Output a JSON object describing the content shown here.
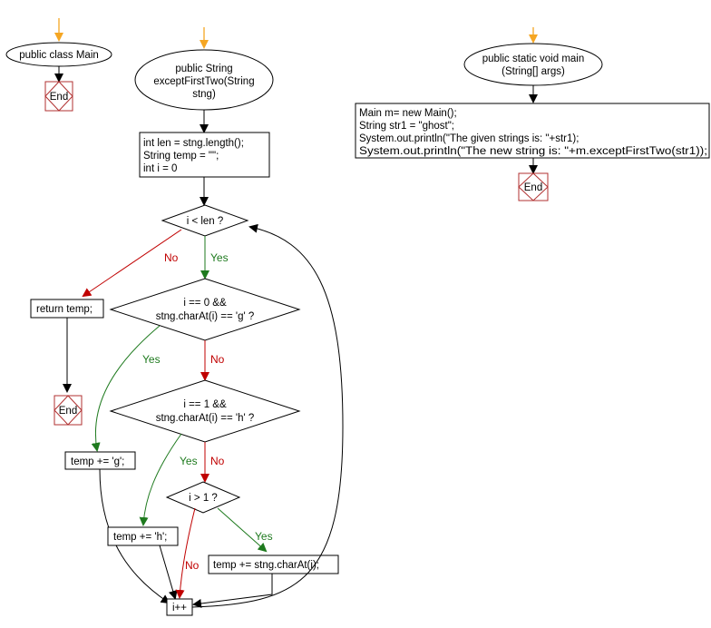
{
  "class_main": {
    "title": "public class Main",
    "end": "End"
  },
  "except_first_two": {
    "signature": [
      "public String",
      "exceptFirstTwo(String",
      "stng)"
    ],
    "init": [
      "int len = stng.length();",
      "String temp = \"\";",
      "int i = 0"
    ],
    "loop_condition": "i < len ?",
    "return": "return temp;",
    "end": "End",
    "cond_g": [
      "i == 0 &&",
      "stng.charAt(i) == 'g' ?"
    ],
    "append_g": "temp += 'g';",
    "cond_h": [
      "i == 1 &&",
      "stng.charAt(i) == 'h' ?"
    ],
    "append_h": "temp += 'h';",
    "cond_gt1": "i > 1 ?",
    "append_char": "temp += stng.charAt(i);",
    "increment": "i++"
  },
  "main_method": {
    "signature": [
      "public static void main",
      "(String[] args)"
    ],
    "body": [
      "Main m= new Main();",
      "String str1 = \"ghost\";",
      "System.out.println(\"The given strings is: \"+str1);",
      "System.out.println(\"The new string is: \"+m.exceptFirstTwo(str1));"
    ],
    "end": "End"
  },
  "labels": {
    "yes": "Yes",
    "no": "No"
  },
  "colors": {
    "entry_arrow": "#f5a623",
    "yes": "#1e7a1e",
    "no": "#c00000",
    "end_border": "#b03030",
    "line": "#000000"
  }
}
